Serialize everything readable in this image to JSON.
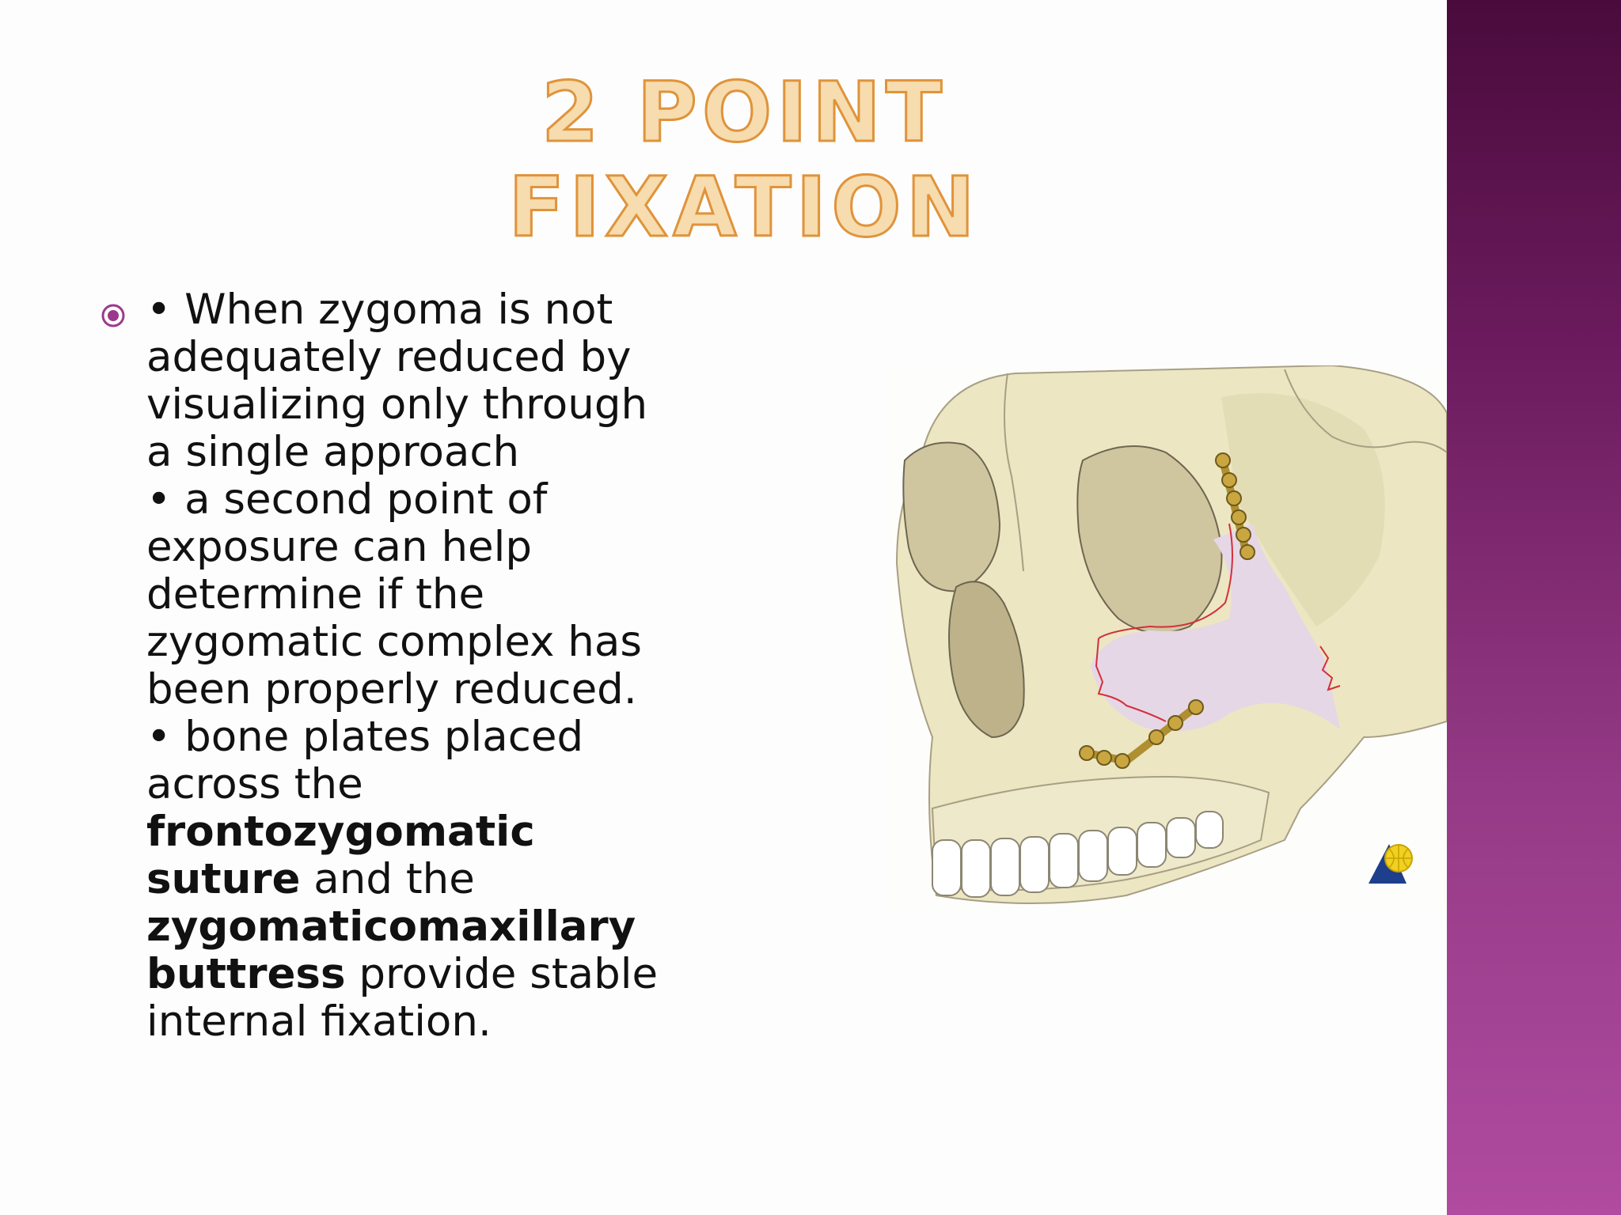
{
  "slide": {
    "title": "2 POINT FIXATION",
    "bullet_icon": "circle-bullet-icon",
    "body": {
      "intro_lines": [
        "• When zygoma is not",
        "adequately reduced by",
        "visualizing only through",
        "a single approach",
        "• a second point of",
        "exposure can help",
        "determine if the",
        "zygomatic complex has",
        "been properly reduced.",
        "• bone plates placed",
        "across the"
      ],
      "term_1": "frontozygomatic",
      "term_1b": "suture",
      "joiner": " and the",
      "term_2": "zygomaticomaxillary",
      "term_2b": "buttress",
      "tail_1": " provide stable",
      "tail_2": "internal fixation."
    },
    "figure_icon": "skull-fixation-illustration",
    "logo_icon": "ao-foundation-logo-icon"
  },
  "colors": {
    "title_fill": "#f6dcae",
    "title_stroke": "#e0933a",
    "side_bar_top": "#4a0b3c",
    "side_bar_bottom": "#b04ba0",
    "bullet": "#9b3a8c",
    "fracture_line": "#d2303a",
    "bone": "#ece6c3",
    "plate": "#c9a640"
  }
}
